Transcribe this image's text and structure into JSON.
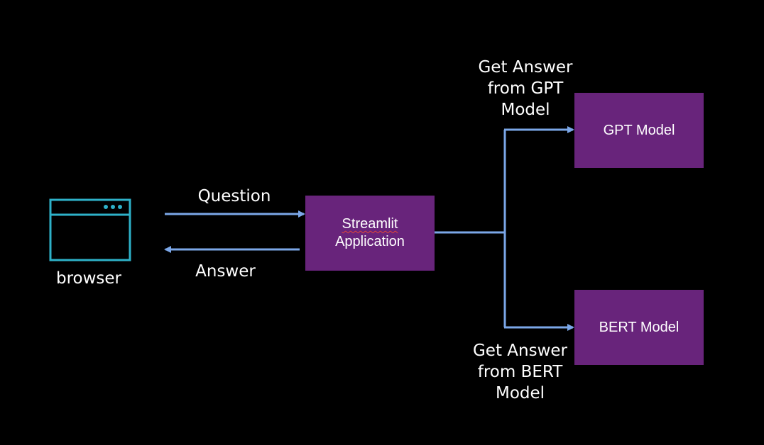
{
  "colors": {
    "background": "#000000",
    "box_fill": "#68247b",
    "arrow": "#7ba7e8",
    "browser_icon": "#2eb1c8",
    "text": "#ffffff",
    "spellcheck_underline": "#e0453a"
  },
  "browser": {
    "icon": "browser-window-icon",
    "label": "browser"
  },
  "edges": {
    "question_label": "Question",
    "answer_label": "Answer",
    "gpt_caption": [
      "Get Answer",
      "from GPT",
      "Model"
    ],
    "bert_caption": [
      "Get Answer",
      "from BERT",
      "Model"
    ]
  },
  "nodes": {
    "streamlit": {
      "line1": "Streamlit",
      "line2": "Application"
    },
    "gpt": {
      "label": "GPT Model"
    },
    "bert": {
      "label": "BERT Model"
    }
  }
}
